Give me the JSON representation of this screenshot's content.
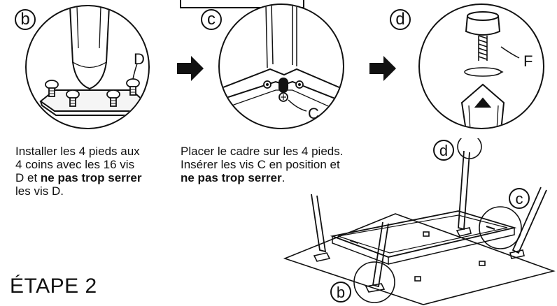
{
  "panels": {
    "b": {
      "label": "b",
      "callout": "D"
    },
    "c": {
      "label": "c",
      "callout": "C"
    },
    "d": {
      "label": "d",
      "callout": "F"
    }
  },
  "instructions": {
    "b": {
      "lines": [
        "Installer les 4 pieds aux",
        "4 coins avec les 16 vis"
      ],
      "line3_pre": "D et ",
      "line3_bold": "ne pas trop serrer",
      "line4": "les vis D."
    },
    "c": {
      "lines": [
        "Placer le cadre sur les 4 pieds.",
        "Insérer les vis C en position et"
      ],
      "line3_bold": "ne pas trop serrer",
      "line3_post": "."
    }
  },
  "overview": {
    "label_d": "d",
    "label_c": "c",
    "label_b": "b"
  },
  "step_title": "ÉTAPE 2",
  "colors": {
    "ink": "#111111",
    "background": "#ffffff"
  }
}
